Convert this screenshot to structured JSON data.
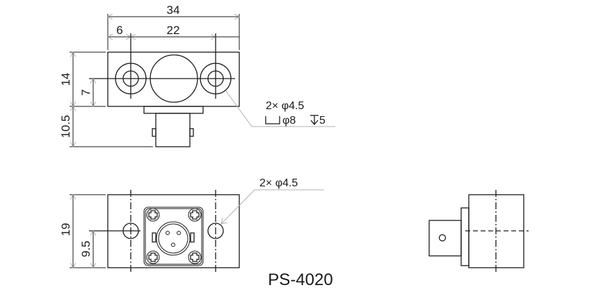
{
  "drawing": {
    "model_label": "PS-4020",
    "top_view": {
      "dims": {
        "overall_width": "34",
        "edge_to_hole": "6",
        "hole_pitch": "22",
        "body_height": "14",
        "hole_center_height": "7",
        "connector_depth": "10.5"
      },
      "hole_note": {
        "line1": "2× φ4.5",
        "line2_counterbore": "φ8",
        "line2_depth": "5"
      }
    },
    "front_view": {
      "dims": {
        "height": "19",
        "hole_center_height": "9.5"
      },
      "hole_note": "2× φ4.5"
    },
    "side_view": {}
  }
}
